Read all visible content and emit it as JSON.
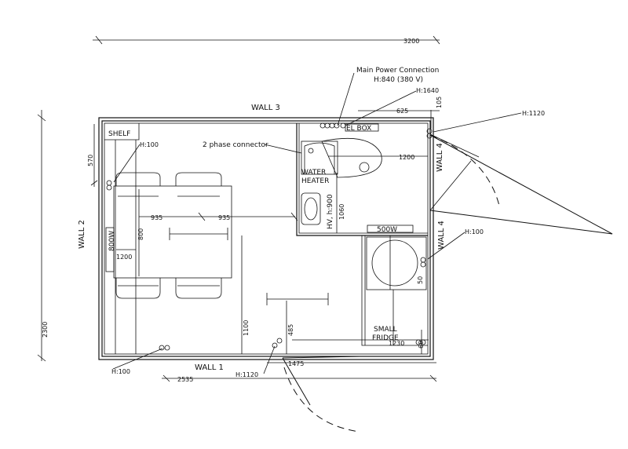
{
  "walls": {
    "wall_3": "WALL 3",
    "wall_2": "WALL 2",
    "wall_1": "WALL 1",
    "wall_4_upper": "WALL 4",
    "wall_4_lower": "WALL 4"
  },
  "dimensions": {
    "overall_length": "3200",
    "overall_width": "2300",
    "d2535": "2535",
    "d1475": "1475",
    "d625": "625",
    "d105": "105",
    "d570": "570",
    "d935a": "935",
    "d935b": "935",
    "d800": "800",
    "d1200_table": "1200",
    "d1200_bath": "1200",
    "d1060": "1060",
    "d1100": "1100",
    "d485": "485",
    "d1230": "1230",
    "d50": "50",
    "d60": "60"
  },
  "annotations": {
    "main_power_line1": "Main Power Connection",
    "main_power_line2": "H:840 (380 V)",
    "h1640": "H:1640",
    "h1120_top": "H:1120",
    "h100_topleft": "H:100",
    "two_phase": "2 phase connector",
    "h100_right": "H:100",
    "h100_bottom": "H:100",
    "h1120_bottom": "H:1120",
    "hv_h900": "HV, h:900"
  },
  "labels": {
    "shelf": "SHELF",
    "el_box": "EL BOX",
    "water_heater_line1": "WATER",
    "water_heater_line2": "HEATER",
    "heater_500w": "500W",
    "heater_800w": "800W",
    "small_fridge_line1": "SMALL",
    "small_fridge_line2": "FRIDGE"
  }
}
